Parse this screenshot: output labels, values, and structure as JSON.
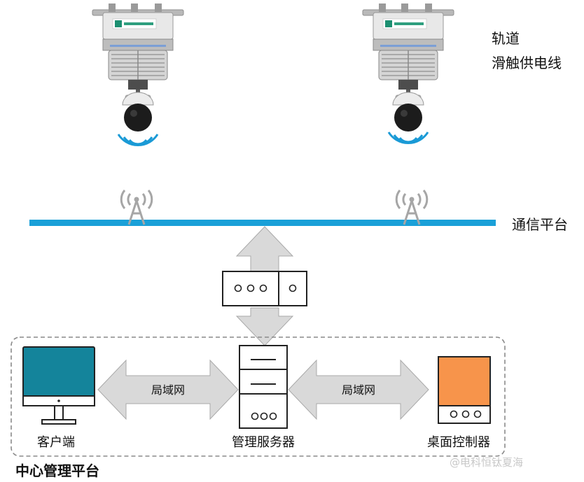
{
  "labels": {
    "rail_line1": "轨道",
    "rail_line2": "滑触供电线",
    "comm_platform": "通信平台",
    "lan_left": "局域网",
    "lan_right": "局域网",
    "client": "客户端",
    "server": "管理服务器",
    "desk_controller": "桌面控制器",
    "center_platform": "中心管理平台",
    "watermark": "@电科恒钛夏海"
  },
  "colors": {
    "comm_line": "#1aa0d8",
    "monitor_screen": "#14849b",
    "controller_panel": "#f7944b",
    "arrow_fill": "#d9d9d9",
    "arrow_stroke": "#a9a9a9",
    "wifi_blue": "#1a9ad6"
  }
}
